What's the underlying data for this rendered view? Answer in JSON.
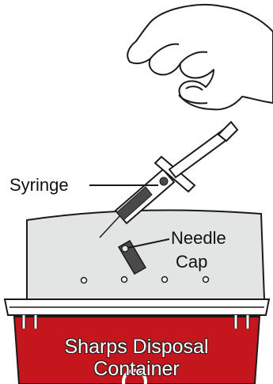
{
  "labels": {
    "syringe": "Syringe",
    "needle_line1": "Needle",
    "needle_line2": "Cap",
    "container_line1": "Sharps Disposal",
    "container_line2": "Container"
  },
  "colors": {
    "container_red": "#c4161c",
    "lid_gray": "#e3e4e4",
    "outline": "#1a1a1a",
    "cap_gray": "#4a4a4a"
  },
  "icons": [
    "hand-icon",
    "syringe-icon",
    "needle-cap-icon",
    "sharps-container-icon"
  ]
}
